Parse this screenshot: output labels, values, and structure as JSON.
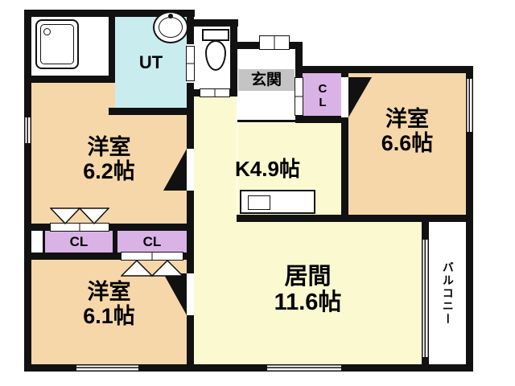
{
  "rooms": {
    "west_room_top_left": {
      "name": "洋室",
      "size": "6.2帖"
    },
    "west_room_top_right": {
      "name": "洋室",
      "size": "6.6帖"
    },
    "west_room_bottom_left": {
      "name": "洋室",
      "size": "6.1帖"
    },
    "kitchen": {
      "label": "K4.9帖"
    },
    "living": {
      "name": "居間",
      "size": "11.6帖"
    },
    "utility": {
      "label": "UT"
    },
    "entrance": {
      "label": "玄関"
    },
    "balcony": {
      "label": "バルコニー"
    }
  },
  "closets": {
    "entry": "CL",
    "left": "CL",
    "right": "CL"
  },
  "fixtures": [
    "bathtub-icon",
    "washbasin-icon",
    "toilet-icon",
    "kitchen-counter-icon"
  ],
  "colors": {
    "wall": "#111111",
    "room_tan": "#f6d7a9",
    "room_yellow": "#fbf9d0",
    "utility_cyan": "#c9edef",
    "closet_purple": "#d9b3e6",
    "entrance_gray": "#c4c4c4"
  }
}
